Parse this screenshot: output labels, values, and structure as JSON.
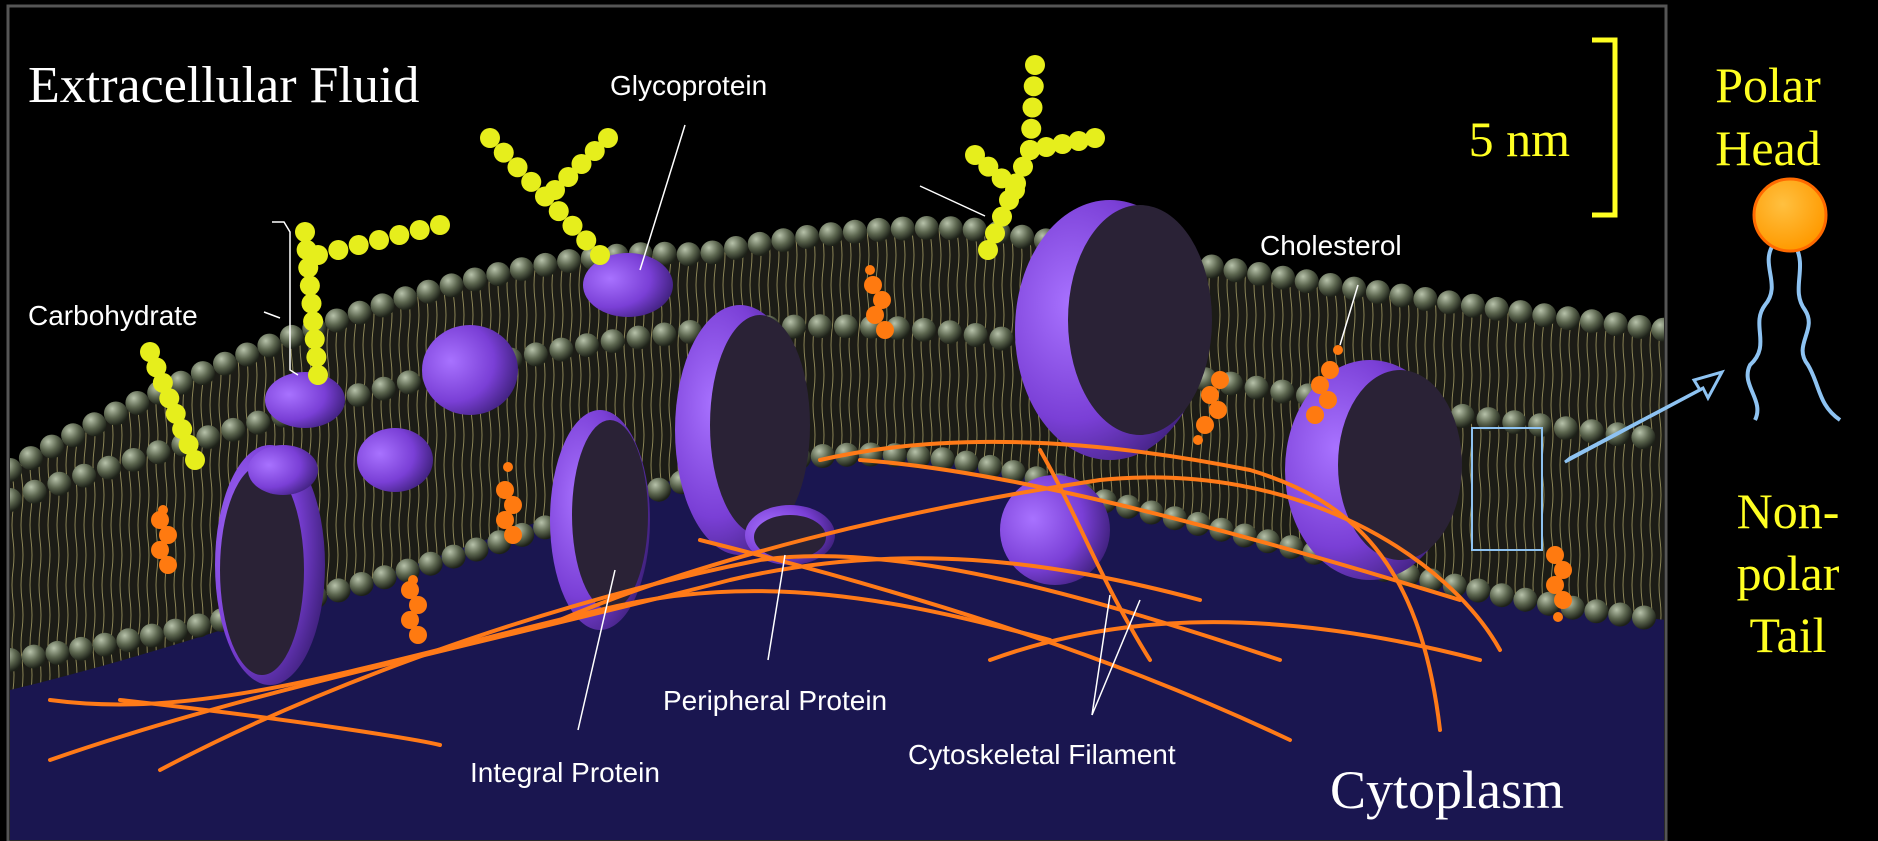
{
  "labels": {
    "extracellular_fluid": "Extracellular Fluid",
    "glycoprotein": "Glycoprotein",
    "carbohydrate": "Carbohydrate",
    "cholesterol": "Cholesterol",
    "peripheral_protein": "Peripheral Protein",
    "integral_protein": "Integral Protein",
    "cytoskeletal_filament": "Cytoskeletal Filament",
    "cytoplasm": "Cytoplasm",
    "scale_bar": "5 nm"
  },
  "phospholipid": {
    "head_label_line1": "Polar",
    "head_label_line2": "Head",
    "tail_label_line1": "Non-",
    "tail_label_line2": "polar",
    "tail_label_line3": "Tail"
  },
  "colors": {
    "background": "#000000",
    "cytoplasm": "#1a1650",
    "membrane_dark": "#1c1c16",
    "head_beads": "#6f7a66",
    "protein": "#8c4fe0",
    "protein_dark": "#2a2236",
    "carbohydrate": "#e6ee1c",
    "cholesterol": "#ff7a10",
    "filament": "#ff7a18",
    "label_yellow": "#ffff22",
    "polar_head": "#ffa500",
    "tail_blue": "#8ec3f2",
    "frame": "#555555"
  }
}
